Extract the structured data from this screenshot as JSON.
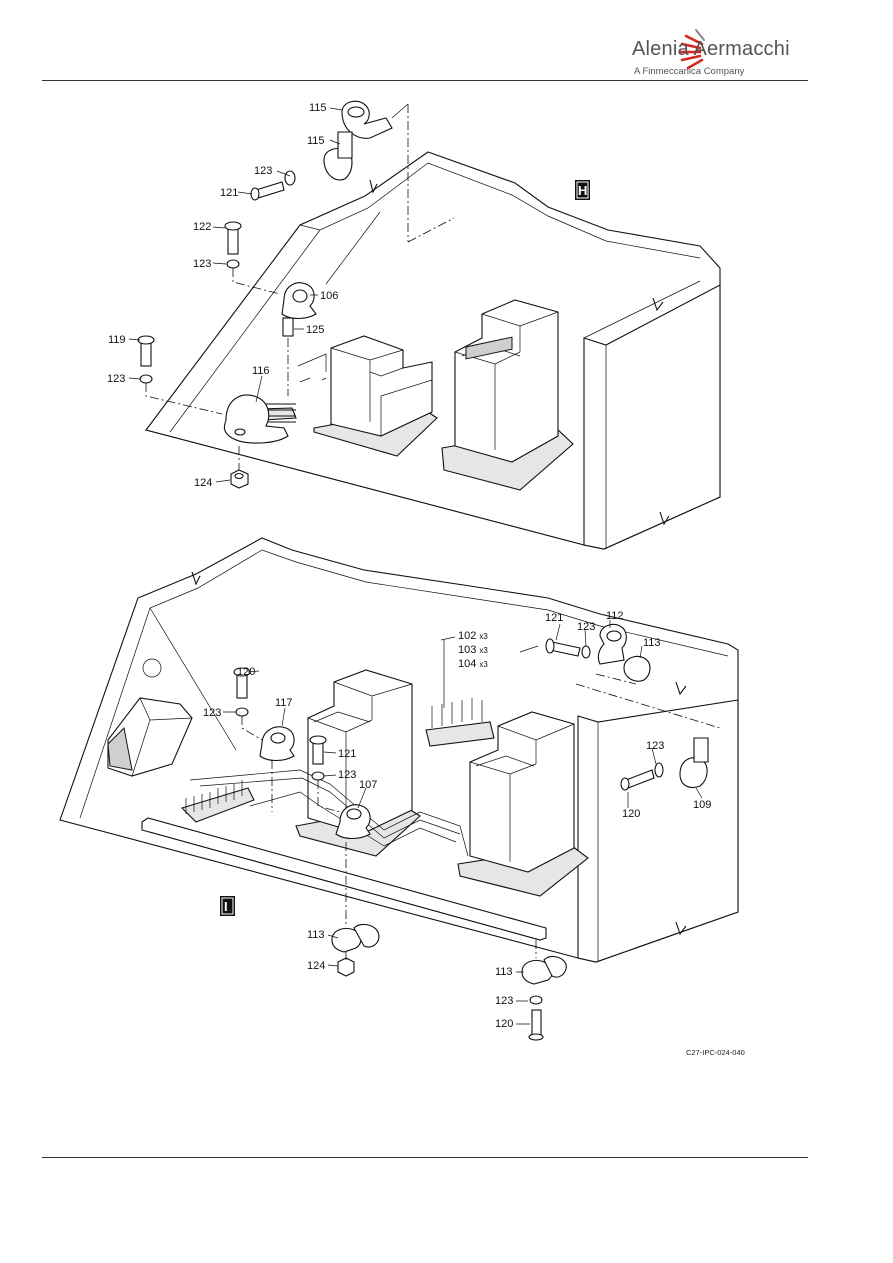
{
  "header": {
    "brand_name": "Alenia Aermacchi",
    "brand_sub": "A Finmeccanica Company",
    "logo_color": "#d7261e"
  },
  "figure_ref": "C27-IPC-024-040",
  "views": [
    {
      "tag": "H",
      "callouts": [
        "115",
        "115",
        "123",
        "121",
        "122",
        "123",
        "106",
        "125",
        "119",
        "123",
        "116",
        "124"
      ]
    },
    {
      "tag": "I",
      "callouts": [
        "102",
        "103",
        "104",
        "121",
        "123",
        "112",
        "113",
        "120",
        "123",
        "117",
        "121",
        "123",
        "107",
        "123",
        "120",
        "109",
        "113",
        "124",
        "113",
        "123",
        "120"
      ],
      "qty_marks": [
        "x3",
        "x3",
        "x3"
      ]
    }
  ]
}
